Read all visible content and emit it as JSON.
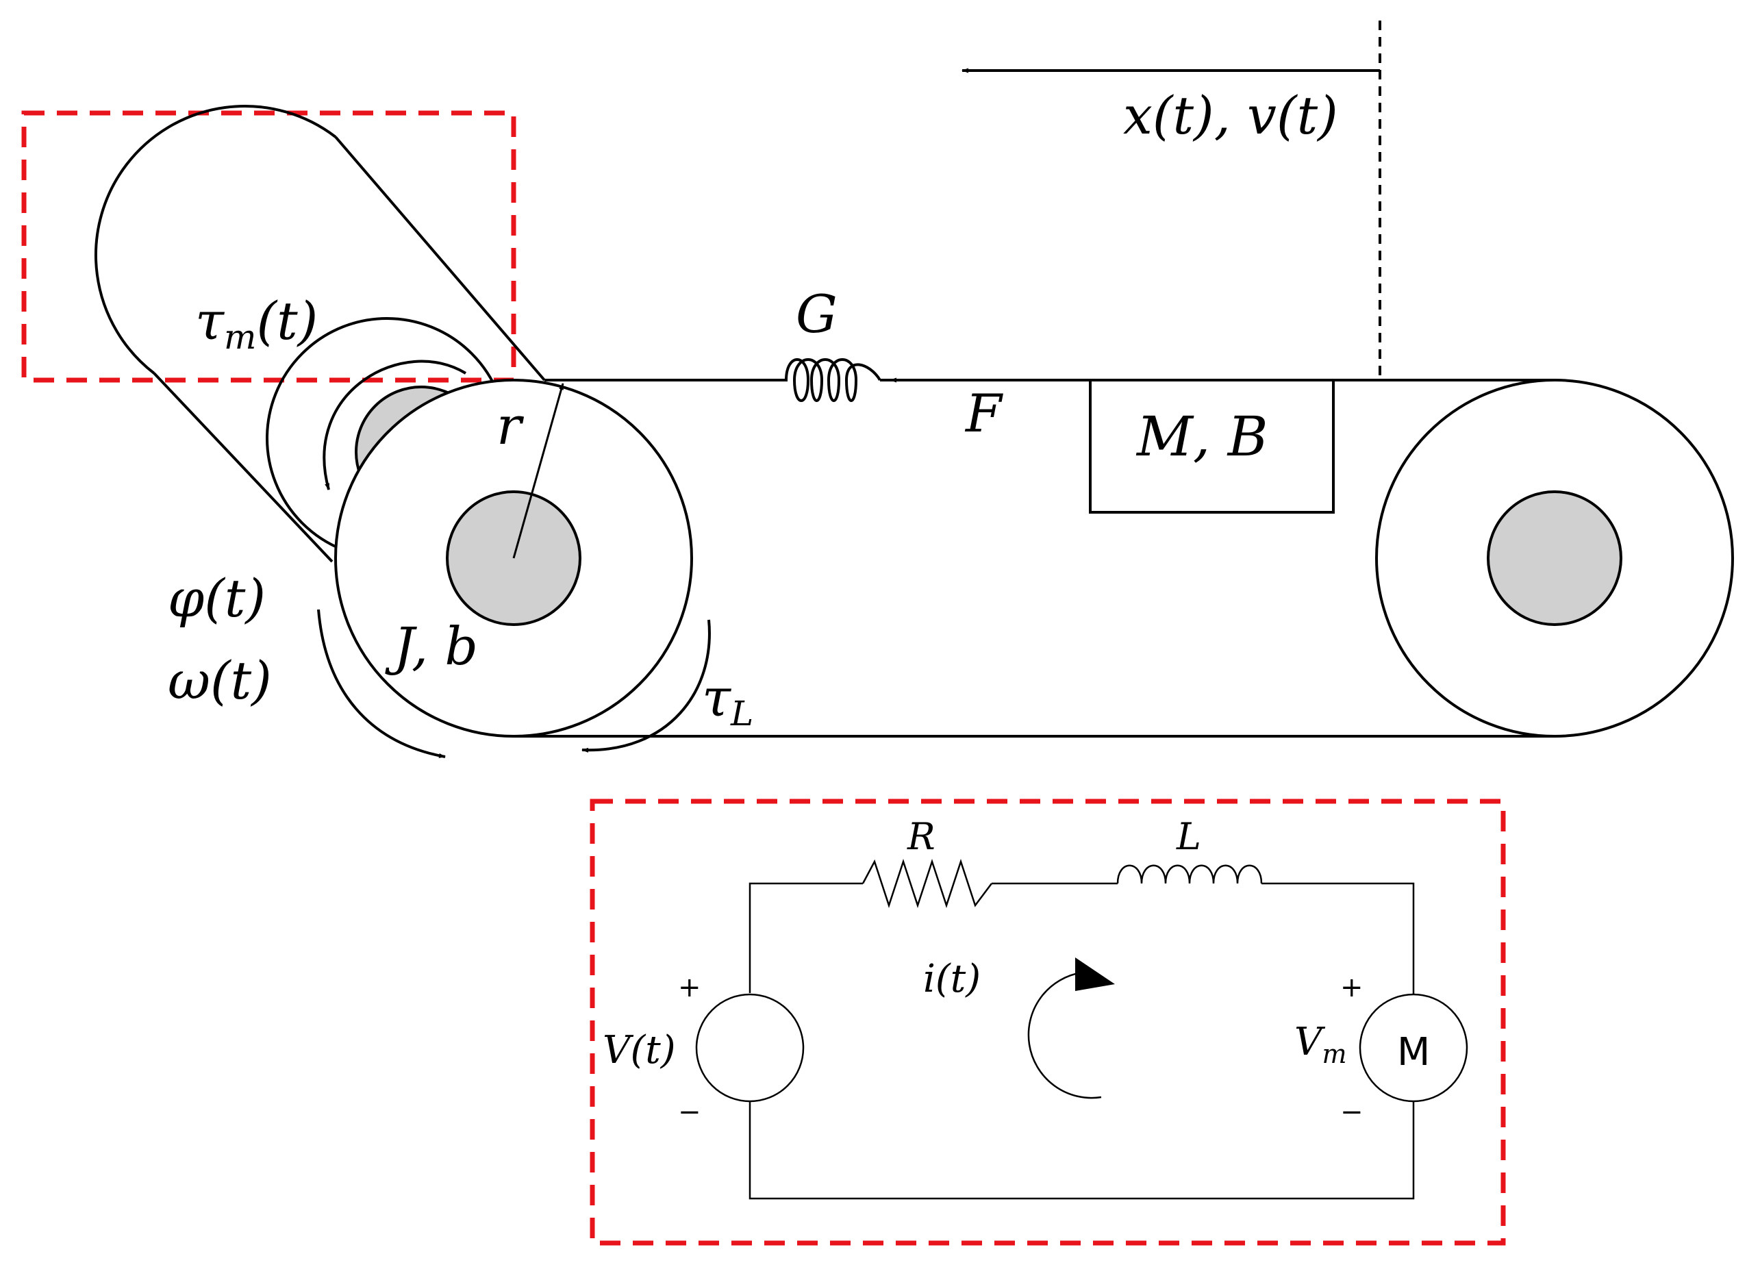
{
  "labels": {
    "position_velocity": "x(t), v(t)",
    "motor_torque": "τm(t)",
    "spring_gain": "G",
    "force": "F",
    "mass_damping": "M, B",
    "radius": "r",
    "angle": "φ(t)",
    "angular_velocity": "ω(t)",
    "inertia_friction": "J, b",
    "load_torque": "τL",
    "resistor": "R",
    "inductor": "L",
    "current": "i(t)",
    "source_voltage": "V(t)",
    "motor_voltage": "Vm",
    "motor_letter": "M",
    "plus": "+",
    "minus": "−"
  },
  "colors": {
    "stroke": "#000000",
    "hub_fill": "#d0d0d0",
    "highlight_box": "#e8141b",
    "background": "#ffffff"
  }
}
